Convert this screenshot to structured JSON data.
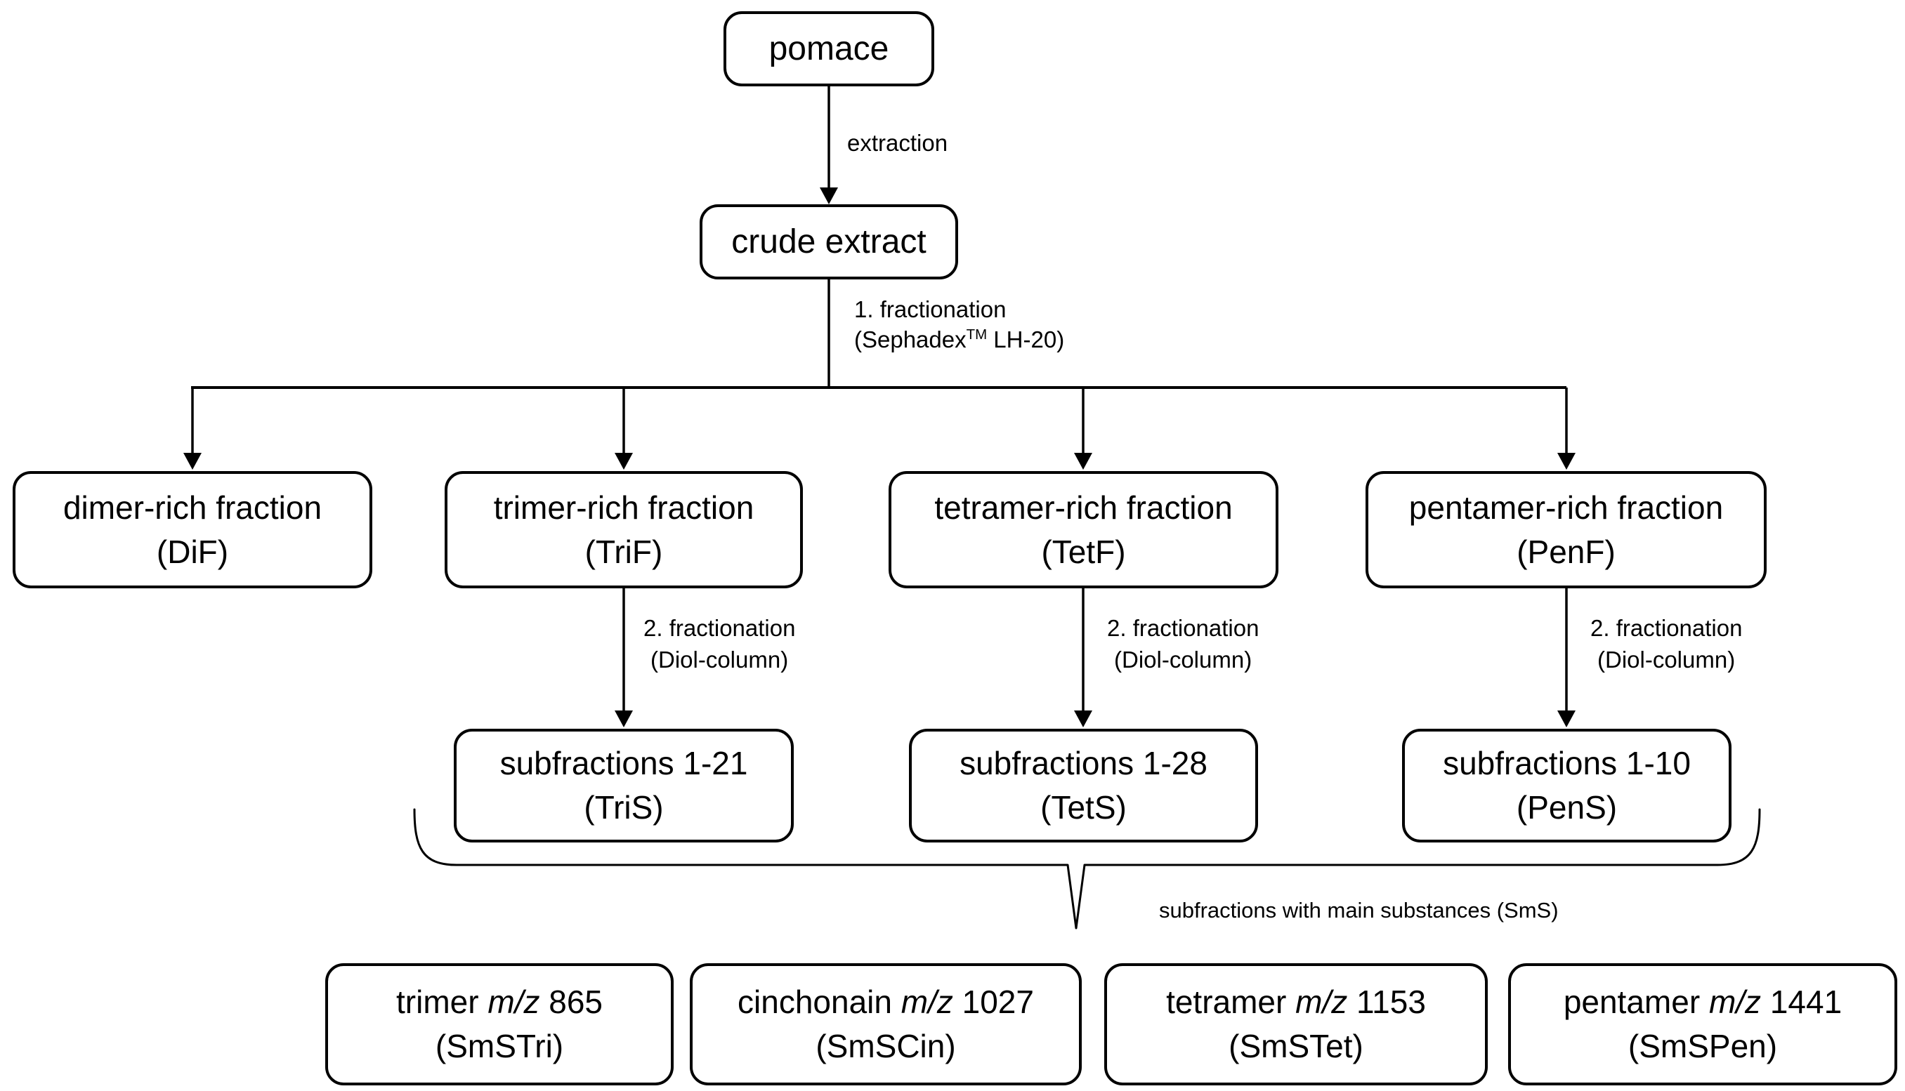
{
  "diagram": {
    "title_semantic": "fractionation flowchart",
    "colors": {
      "background": "#ffffff",
      "stroke": "#000000",
      "text": "#000000"
    },
    "nodes": {
      "pomace": {
        "label": "pomace"
      },
      "crude_extract": {
        "label": "crude extract"
      },
      "dif": {
        "line1": "dimer-rich fraction",
        "line2": "(DiF)"
      },
      "trif": {
        "line1": "trimer-rich fraction",
        "line2": "(TriF)"
      },
      "tetf": {
        "line1": "tetramer-rich fraction",
        "line2": "(TetF)"
      },
      "penf": {
        "line1": "pentamer-rich fraction",
        "line2": "(PenF)"
      },
      "tris": {
        "line1": "subfractions 1-21",
        "line2": "(TriS)"
      },
      "tets": {
        "line1": "subfractions 1-28",
        "line2": "(TetS)"
      },
      "pens": {
        "line1": "subfractions 1-10",
        "line2": "(PenS)"
      },
      "smstri": {
        "pre": "trimer ",
        "italic": "m/z",
        "post": " 865",
        "line2": "(SmSTri)"
      },
      "smscin": {
        "pre": "cinchonain ",
        "italic": "m/z",
        "post": " 1027",
        "line2": "(SmSCin)"
      },
      "smstet": {
        "pre": "tetramer ",
        "italic": "m/z",
        "post": " 1153",
        "line2": "(SmSTet)"
      },
      "smspen": {
        "pre": "pentamer ",
        "italic": "m/z",
        "post": " 1441",
        "line2": "(SmSPen)"
      }
    },
    "edge_labels": {
      "extraction": "extraction",
      "fractionation1": {
        "line1": "1. fractionation",
        "pre": "(Sephadex",
        "sup": "TM",
        "post": " LH-20)"
      },
      "fractionation2": {
        "line1": "2. fractionation",
        "line2": "(Diol-column)"
      },
      "brace": "subfractions with main substances (SmS)"
    }
  }
}
